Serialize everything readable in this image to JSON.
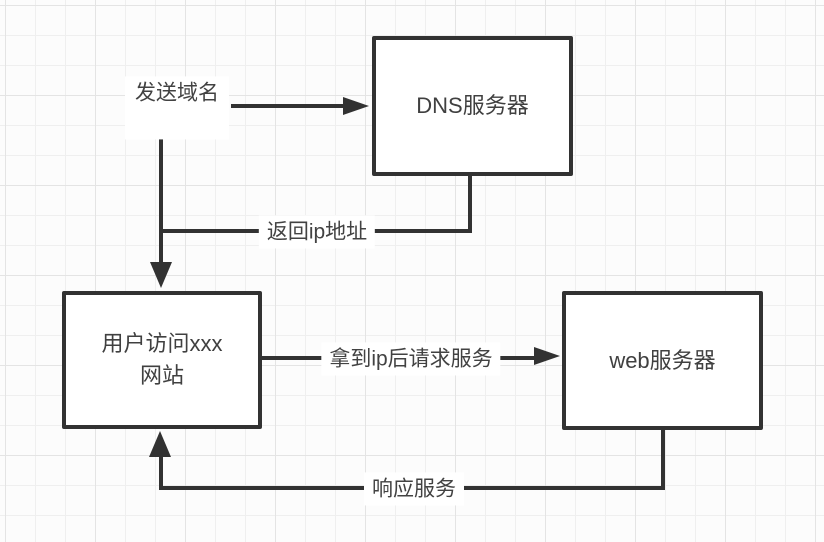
{
  "app": {
    "type": "flow-diagram",
    "description": "DNS resolution and web request flow diagram on grid canvas",
    "language": "zh-CN"
  },
  "palette": {
    "line": "#323232",
    "text": "#404040",
    "node_fill": "#ffffff",
    "grid_line": "#efefef",
    "canvas_bg": "#fcfcfc"
  },
  "diagram": {
    "nodes": [
      {
        "id": "dns-server",
        "label": "DNS服务器"
      },
      {
        "id": "user",
        "label": "用户访问xxx网站",
        "label_lines": [
          "用户访问xxx",
          "网站"
        ]
      },
      {
        "id": "web-server",
        "label": "web服务器"
      }
    ],
    "edges": [
      {
        "id": "send-domain",
        "from": "user",
        "to": "dns-server",
        "label": "发送域名"
      },
      {
        "id": "return-ip",
        "from": "dns-server",
        "to": "user",
        "label": "返回ip地址"
      },
      {
        "id": "request-service",
        "from": "user",
        "to": "web-server",
        "label": "拿到ip后请求服务"
      },
      {
        "id": "response-service",
        "from": "web-server",
        "to": "user",
        "label": "响应服务"
      }
    ]
  }
}
